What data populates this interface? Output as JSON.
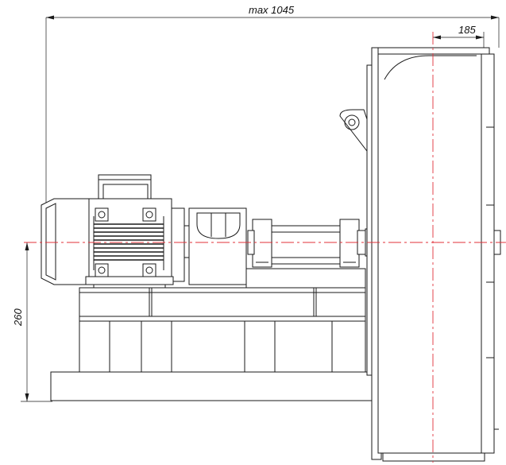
{
  "dimensions": {
    "overall_length": "max 1045",
    "outlet_offset": "185",
    "shaft_height": "260"
  }
}
